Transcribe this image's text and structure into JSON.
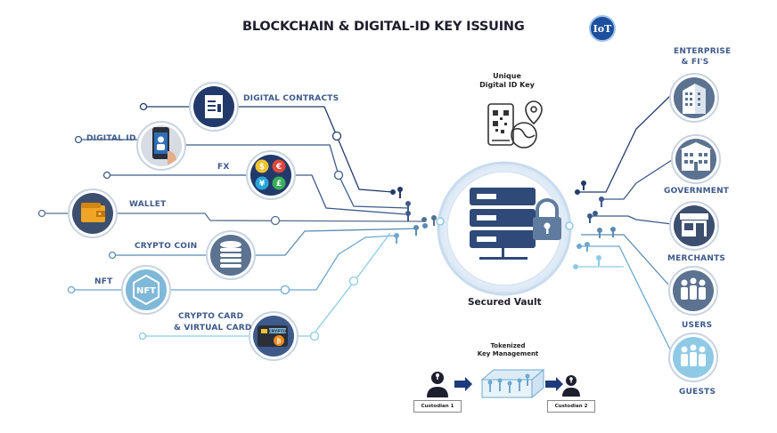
{
  "title": "BLOCKCHAIN & DIGITAL-ID KEY ISSUING",
  "logo_text": "IoT",
  "unique_key_label": [
    "Unique",
    "Digital ID Key"
  ],
  "vault_label": "Secured Vault",
  "left_items": {
    "digital_contracts": "DIGITAL CONTRACTS",
    "digital_id": "DIGITAL ID",
    "fx": "FX",
    "wallet": "WALLET",
    "crypto_coin": "CRYPTO COIN",
    "nft": "NFT",
    "crypto_card_1": "CRYPTO CARD",
    "crypto_card_2": "& VIRTUAL CARD"
  },
  "right_items": {
    "enterprise_1": "ENTERPRISE",
    "enterprise_2": "& FI'S",
    "government": "GOVERNMENT",
    "merchants": "MERCHANTS",
    "users": "USERS",
    "guests": "GUESTS"
  },
  "key_mgmt": {
    "line1": "Tokenized",
    "line2": "Key Management",
    "custodian1": "Custodian 1",
    "custodian2": "Custodian 2"
  },
  "icon_texts": {
    "nft": "NFT",
    "crypto": "CRYPTO"
  },
  "colors": {
    "navy": "#223a6b",
    "mid_blue": "#3d5a8a",
    "light_blue": "#8ecae6",
    "icon_navy": "#2a3c6e",
    "icon_slate": "#5b7290",
    "icon_teal": "#7fb8d8"
  }
}
